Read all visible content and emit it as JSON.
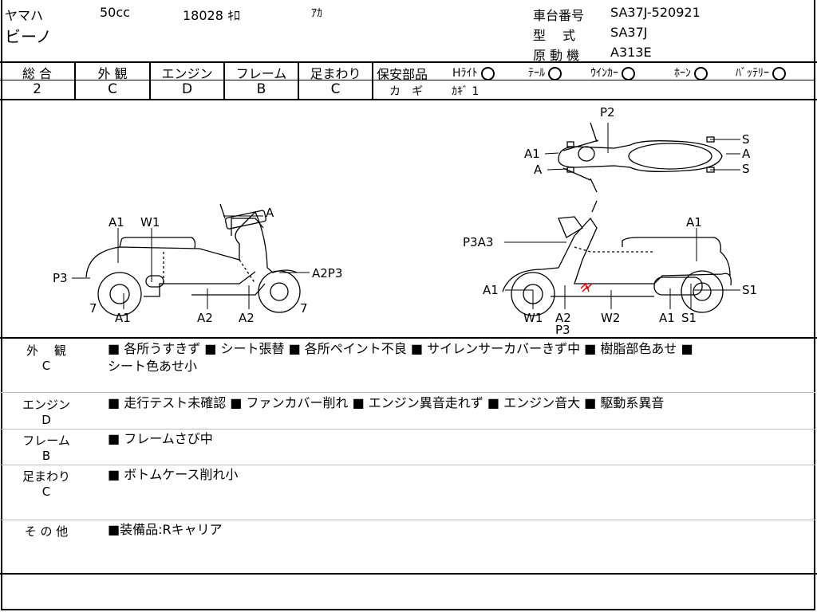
{
  "header": {
    "maker": "ヤマハ",
    "displacement": "50cc",
    "mileage": "18028 ｷﾛ",
    "color": "ｱｶ",
    "model": "ビーノ",
    "frame_no_label": "車台番号",
    "frame_no": "SA37J-520921",
    "type_label": "型　 式",
    "type": "SA37J",
    "engine_label": "原 動 機",
    "engine": "A313E"
  },
  "grades": {
    "headers": [
      "総 合",
      "外 観",
      "エンジン",
      "フレーム",
      "足まわり"
    ],
    "values": [
      "2",
      "C",
      "D",
      "B",
      "C"
    ]
  },
  "safety": {
    "label": "保安部品",
    "items": [
      {
        "label": "Hﾗｲﾄ",
        "status": "O"
      },
      {
        "label": "ﾃｰﾙ",
        "status": "O"
      },
      {
        "label": "ｳｲﾝｶｰ",
        "status": "O"
      },
      {
        "label": "ﾎｰﾝ",
        "status": "O"
      },
      {
        "label": "ﾊﾞｯﾃﾘｰ",
        "status": "O"
      }
    ],
    "key_label": "カ　ギ",
    "key_value": "ｶｷﾞ 1"
  },
  "diagram": {
    "top_labels": [
      "P2",
      "A1",
      "A",
      "S",
      "A",
      "S"
    ],
    "left_labels": [
      "A1",
      "W1",
      "A",
      "P3",
      "A2P3",
      "7",
      "A1",
      "A2",
      "A2",
      "7"
    ],
    "right_labels": [
      "P3A3",
      "A1",
      "A1",
      "S1",
      "W1",
      "A2",
      "P3",
      "W2",
      "A1",
      "S1"
    ]
  },
  "remarks": [
    {
      "label": "外　 観",
      "grade": "C",
      "text": "■ 各所うすきず ■ シート張替 ■ 各所ペイント不良 ■ サイレンサーカバーきず中 ■ 樹脂部色あせ ■",
      "text2": "シート色あせ小"
    },
    {
      "label": "エンジン",
      "grade": "D",
      "text": "■ 走行テスト未確認 ■ ファンカバー削れ ■ エンジン異音走れず ■ エンジン音大 ■ 駆動系異音",
      "text2": ""
    },
    {
      "label": "フレーム",
      "grade": "B",
      "text": "■ フレームさび中",
      "text2": ""
    },
    {
      "label": "足まわり",
      "grade": "C",
      "text": "■ ボトムケース削れ小",
      "text2": ""
    },
    {
      "label": "そ の 他",
      "grade": "",
      "text": "■装備品:Rキャリア",
      "text2": ""
    }
  ]
}
